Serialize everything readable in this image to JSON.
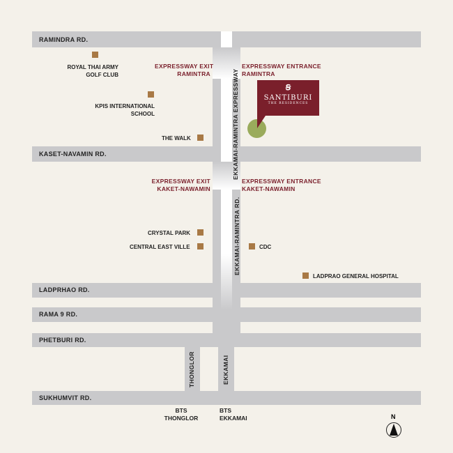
{
  "roads": {
    "ramindra": "RAMINDRA RD.",
    "kaset": "KASET-NAVAMIN RD.",
    "ladprao": "LADPRHAO RD.",
    "rama9": "RAMA 9 RD.",
    "phetburi": "PHETBURI RD.",
    "sukhumvit": "SUKHUMVIT RD.",
    "expressway": "EKKAMAI-RAMINTRA EXPRESSWAY",
    "ekkamai_ramintra": "EKKAMAI-RAMINTRA RD.",
    "thonglor": "THONGLOR",
    "ekkamai": "EKKAMAI"
  },
  "expressway": {
    "exit_ramintra": [
      "EXPRESSWAY EXIT",
      "RAMINTRA"
    ],
    "entrance_ramintra": [
      "EXPRESSWAY ENTRANCE",
      "RAMINTRA"
    ],
    "exit_kaket": [
      "EXPRESSWAY EXIT",
      "KAKET-NAWAMIN"
    ],
    "entrance_kaket": [
      "EXPRESSWAY ENTRANCE",
      "KAKET-NAWAMIN"
    ]
  },
  "poi": {
    "golf": [
      "ROYAL THAI ARMY",
      "GOLF CLUB"
    ],
    "kpis": [
      "KPIS INTERNATIONAL",
      "SCHOOL"
    ],
    "walk": "THE WALK",
    "crystal": "CRYSTAL PARK",
    "cev": "CENTRAL EAST VILLE",
    "cdc": "CDC",
    "hospital": "LADPRAO GENERAL HOSPITAL"
  },
  "bts": {
    "thonglor": [
      "BTS",
      "THONGLOR"
    ],
    "ekkamai": [
      "BTS",
      "EKKAMAI"
    ]
  },
  "logo": {
    "name": "SANTIBURI",
    "sub": "THE RESIDENCES"
  },
  "compass": "N",
  "colors": {
    "road": "#c9c9cb",
    "brand": "#7a1f2b",
    "marker": "#a87945",
    "location": "#9aab5c"
  }
}
